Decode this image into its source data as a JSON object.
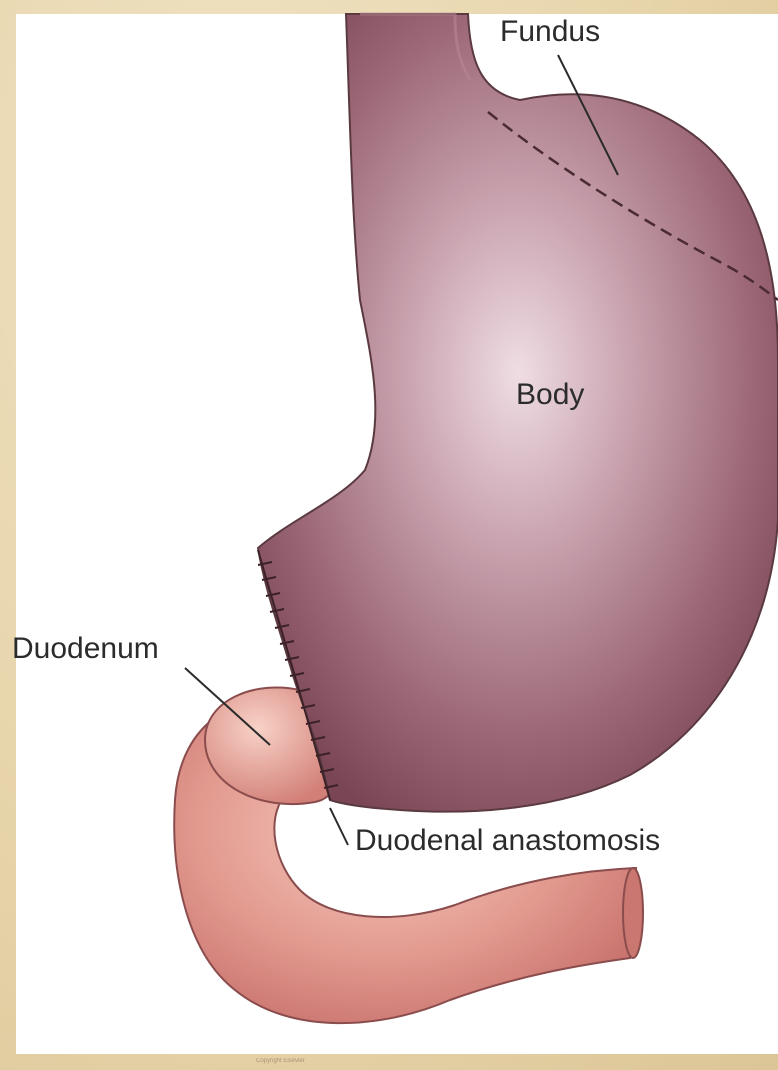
{
  "labels": {
    "fundus": "Fundus",
    "body": "Body",
    "duodenum": "Duodenum",
    "anastomosis": "Duodenal anastomosis"
  },
  "credit": "Copyright Elsevier",
  "colors": {
    "background": "#ead9b3",
    "stomach": "#8c5566",
    "stomach_highlight": "#e6cfd6",
    "duodenum": "#d8867f",
    "duodenum_highlight": "#f2c3b9",
    "outline": "#5a3a40",
    "text": "#2b2b2b"
  }
}
